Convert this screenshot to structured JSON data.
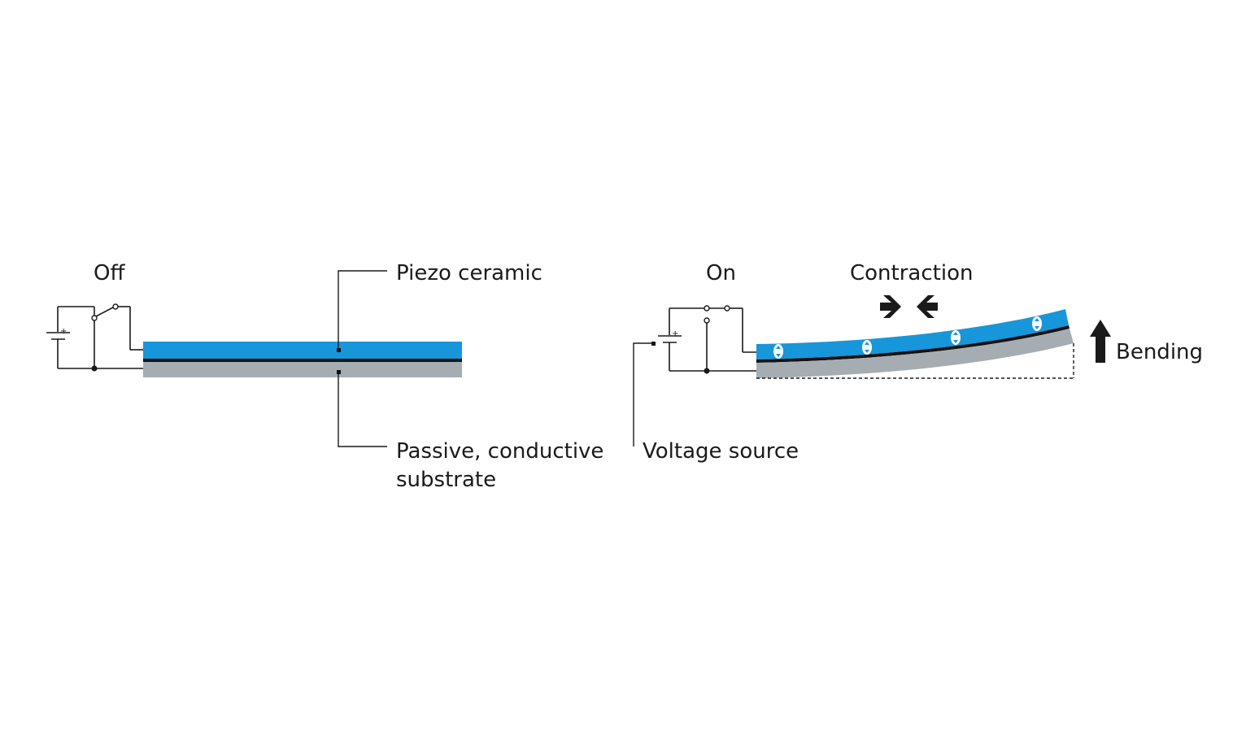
{
  "colors": {
    "piezo": "#1896DA",
    "substrate": "#A5ADB2",
    "bond_line": "#111111",
    "ink": "#1a1a1a"
  },
  "left_panel": {
    "state_label": "Off",
    "piezo_label": "Piezo ceramic",
    "substrate_label_line1": "Passive, conductive",
    "substrate_label_line2": "substrate"
  },
  "right_panel": {
    "state_label": "On",
    "contraction_label": "Contraction",
    "bending_label": "Bending",
    "voltage_label": "Voltage source"
  },
  "battery_sign": "+",
  "icons": [
    "battery-icon",
    "switch-open-icon",
    "switch-closed-icon",
    "contraction-arrows-icon",
    "bending-arrow-icon",
    "charge-marker-icon"
  ]
}
